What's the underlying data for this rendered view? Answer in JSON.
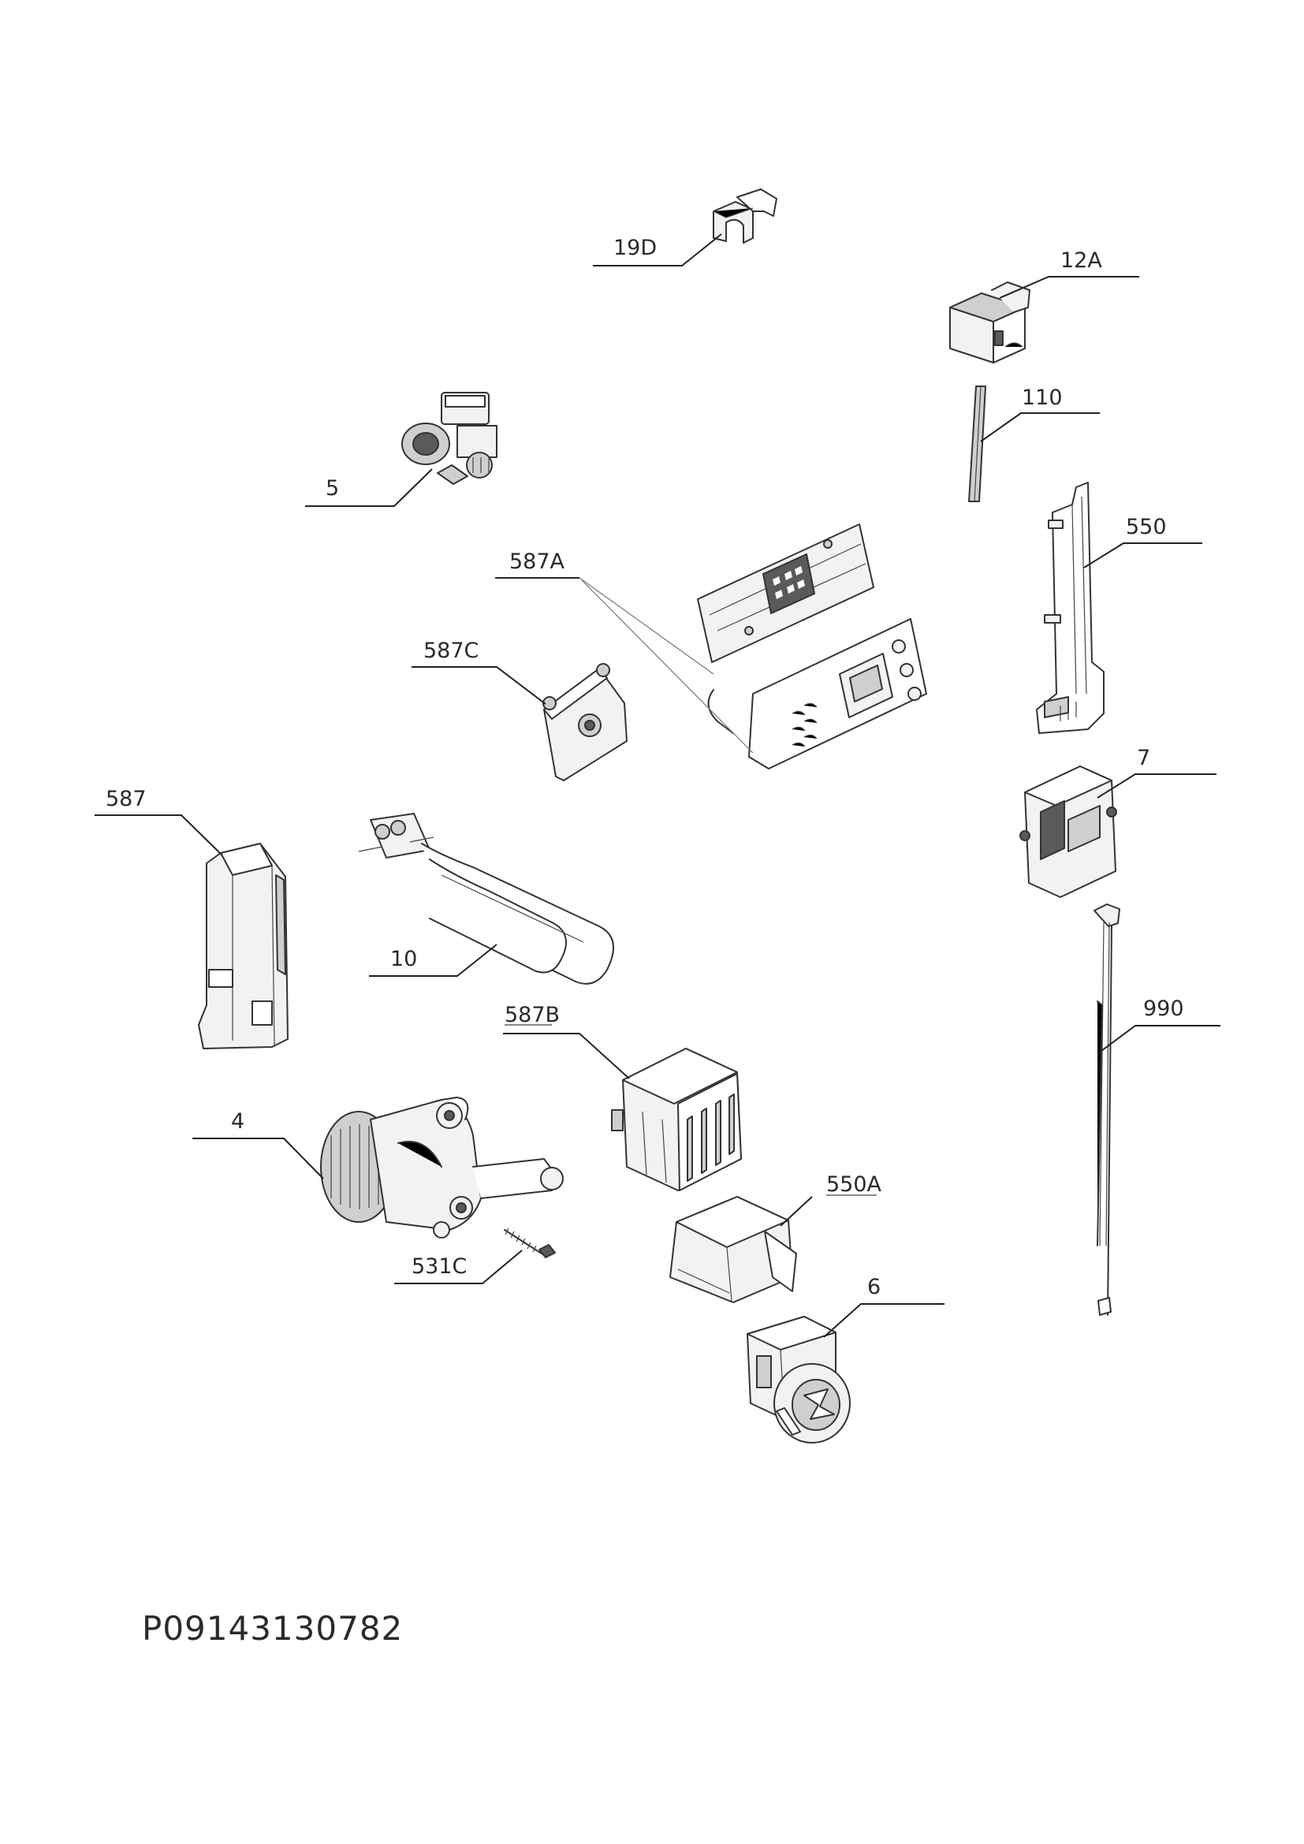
{
  "parts": [
    {
      "id": "19D",
      "label": "19D"
    },
    {
      "id": "12A",
      "label": "12A"
    },
    {
      "id": "110",
      "label": "110"
    },
    {
      "id": "5",
      "label": "5"
    },
    {
      "id": "550",
      "label": "550"
    },
    {
      "id": "587A",
      "label": "587A"
    },
    {
      "id": "587C",
      "label": "587C"
    },
    {
      "id": "587",
      "label": "587"
    },
    {
      "id": "7",
      "label": "7"
    },
    {
      "id": "10",
      "label": "10"
    },
    {
      "id": "990",
      "label": "990"
    },
    {
      "id": "587B",
      "label": "587B"
    },
    {
      "id": "4",
      "label": "4"
    },
    {
      "id": "550A",
      "label": "550A"
    },
    {
      "id": "531C",
      "label": "531C"
    },
    {
      "id": "6",
      "label": "6"
    }
  ],
  "document_code": "P09143130782"
}
